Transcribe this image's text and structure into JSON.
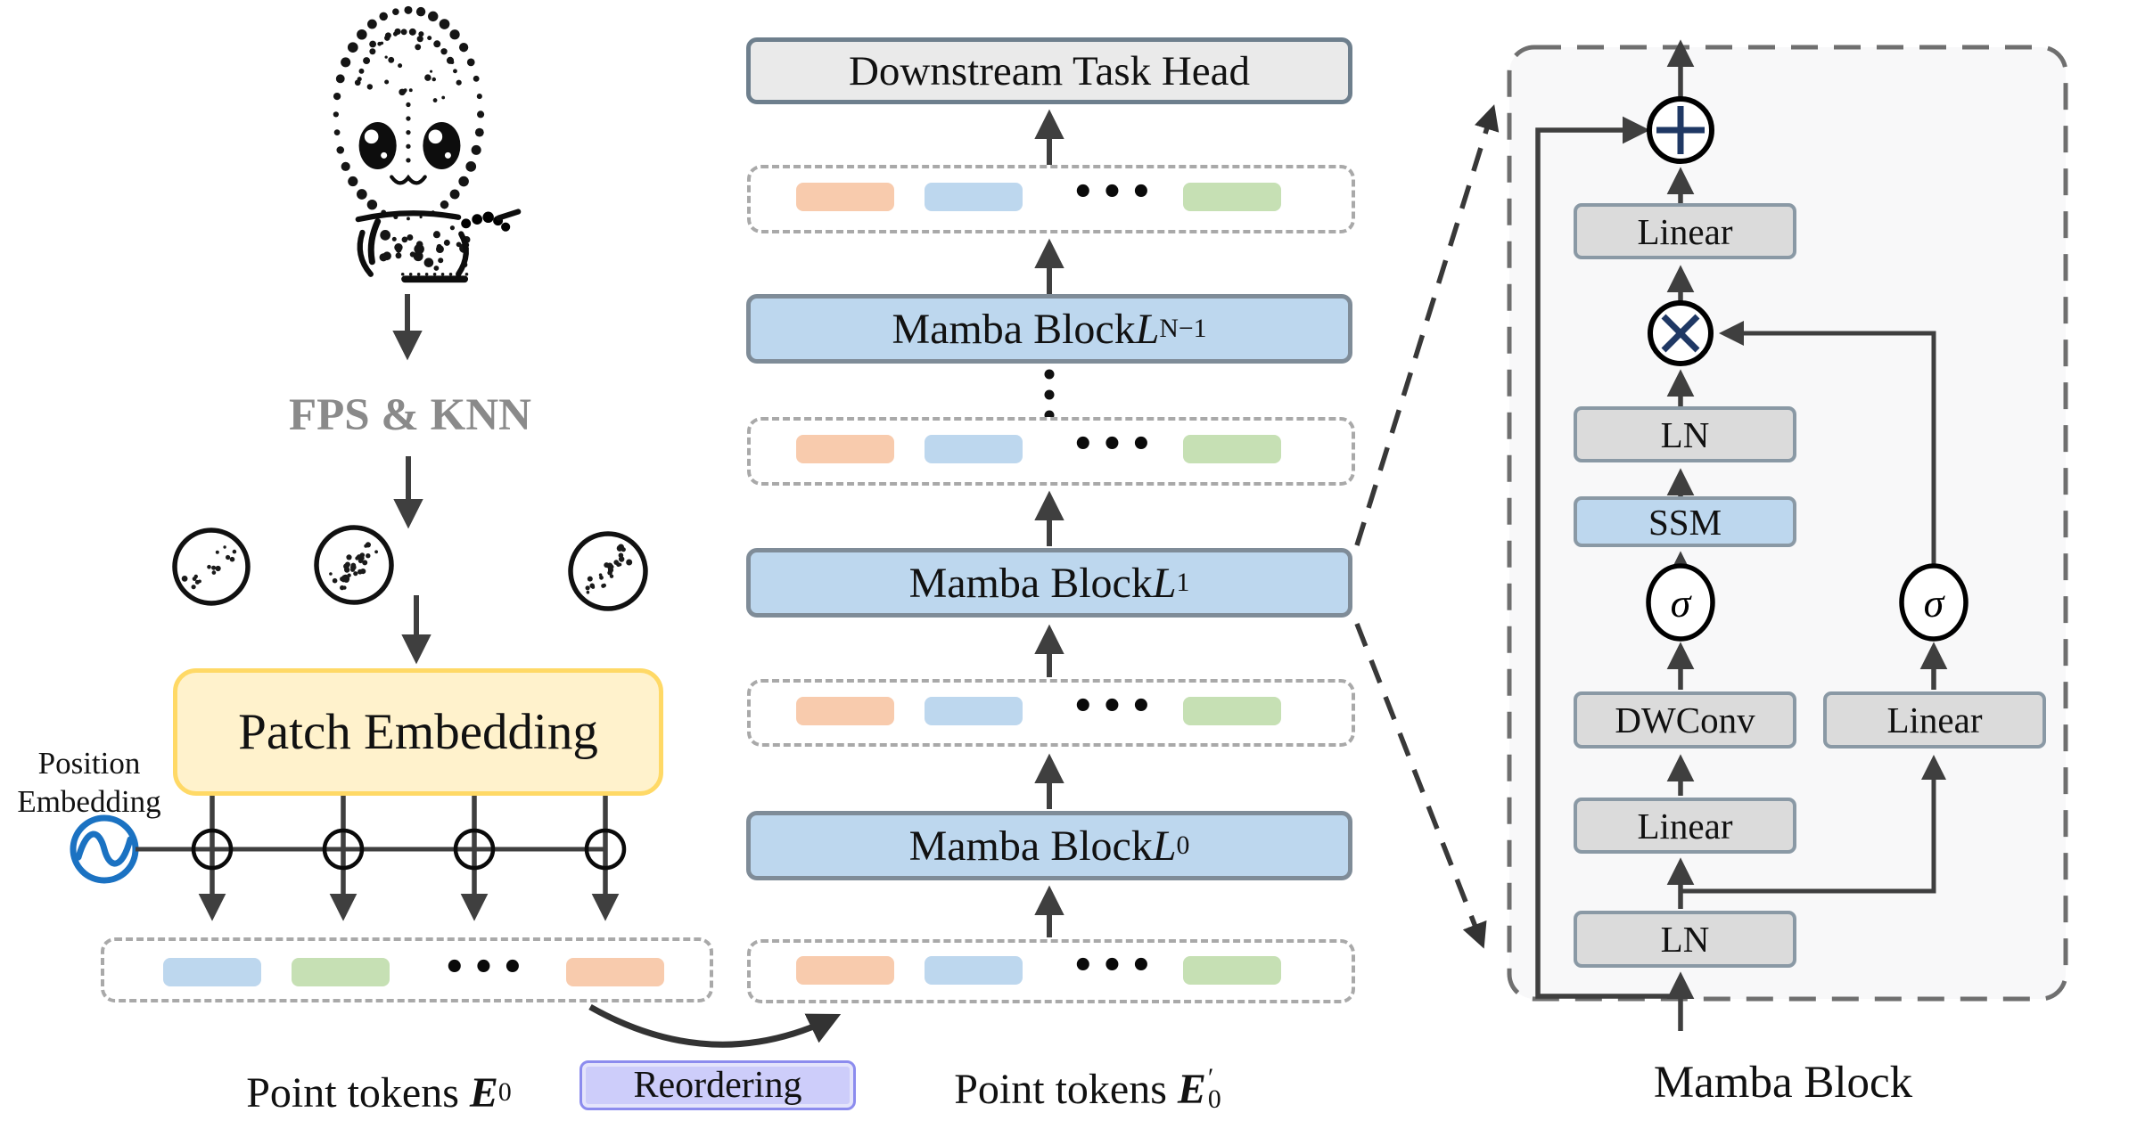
{
  "colors": {
    "token_orange": "#F8CBAD",
    "token_blue": "#BDD7EE",
    "token_green": "#C6E0B4",
    "mamba_box_fill": "#BDD7EE",
    "patch_fill": "#FFF2CC",
    "patch_border": "#FFD966",
    "reorder_fill": "#CDCDFA",
    "panel_fill": "#F8F8F9",
    "sine_blue": "#1B72C2",
    "cross_navy": "#1F3864",
    "arrow_gray": "#3F3F3F",
    "fps_gray": "#8A8A8A"
  },
  "left": {
    "fps_knn": "FPS & KNN",
    "patch_embedding": "Patch Embedding",
    "position_embedding_line1": "Position",
    "position_embedding_line2": "Embedding",
    "tokens_label": "Point tokens",
    "tokens_var": "E",
    "tokens_sub": "0",
    "reordering": "Reordering",
    "ellipsis": "•••",
    "token_order": [
      "blue",
      "green",
      "ellipsis",
      "orange"
    ]
  },
  "middle": {
    "downstream_head": "Downstream Task Head",
    "blocks": [
      {
        "name": "Mamba Block ",
        "var": "L",
        "sub": "N−1"
      },
      {
        "name": "Mamba Block ",
        "var": "L",
        "sub": "1"
      },
      {
        "name": "Mamba Block ",
        "var": "L",
        "sub": "0"
      }
    ],
    "tokens_label": "Point tokens",
    "tokens_var": "E",
    "tokens_sub": "0",
    "tokens_prime": "′",
    "ellipsis": "•••",
    "token_order": [
      "orange",
      "blue",
      "ellipsis",
      "green"
    ]
  },
  "detail": {
    "title": "Mamba Block",
    "linear_top": "Linear",
    "ln_top": "LN",
    "ssm": "SSM",
    "sigma_left": "σ",
    "sigma_right": "σ",
    "dwconv": "DWConv",
    "linear_mid": "Linear",
    "linear_right": "Linear",
    "ln_bottom": "LN"
  }
}
